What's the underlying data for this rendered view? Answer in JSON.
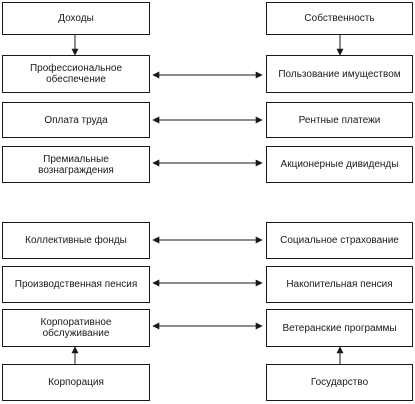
{
  "left_column": {
    "income": "Доходы",
    "professional_provision": "Профессиональное обеспечение",
    "labor_payment": "Оплата труда",
    "bonus_rewards": "Премиальные вознаграждения",
    "collective_funds": "Коллективные фонды",
    "industrial_pension": "Производственная пенсия",
    "corporate_service": "Корпоративное обслуживание",
    "corporation": "Корпорация"
  },
  "right_column": {
    "property": "Собственность",
    "property_use": "Пользование имуществом",
    "rent_payments": "Рентные платежи",
    "stock_dividends": "Акционерные дивиденды",
    "social_insurance": "Социальное страхование",
    "funded_pension": "Накопительная пенсия",
    "veteran_programs": "Ветеранские программы",
    "state": "Государство"
  }
}
